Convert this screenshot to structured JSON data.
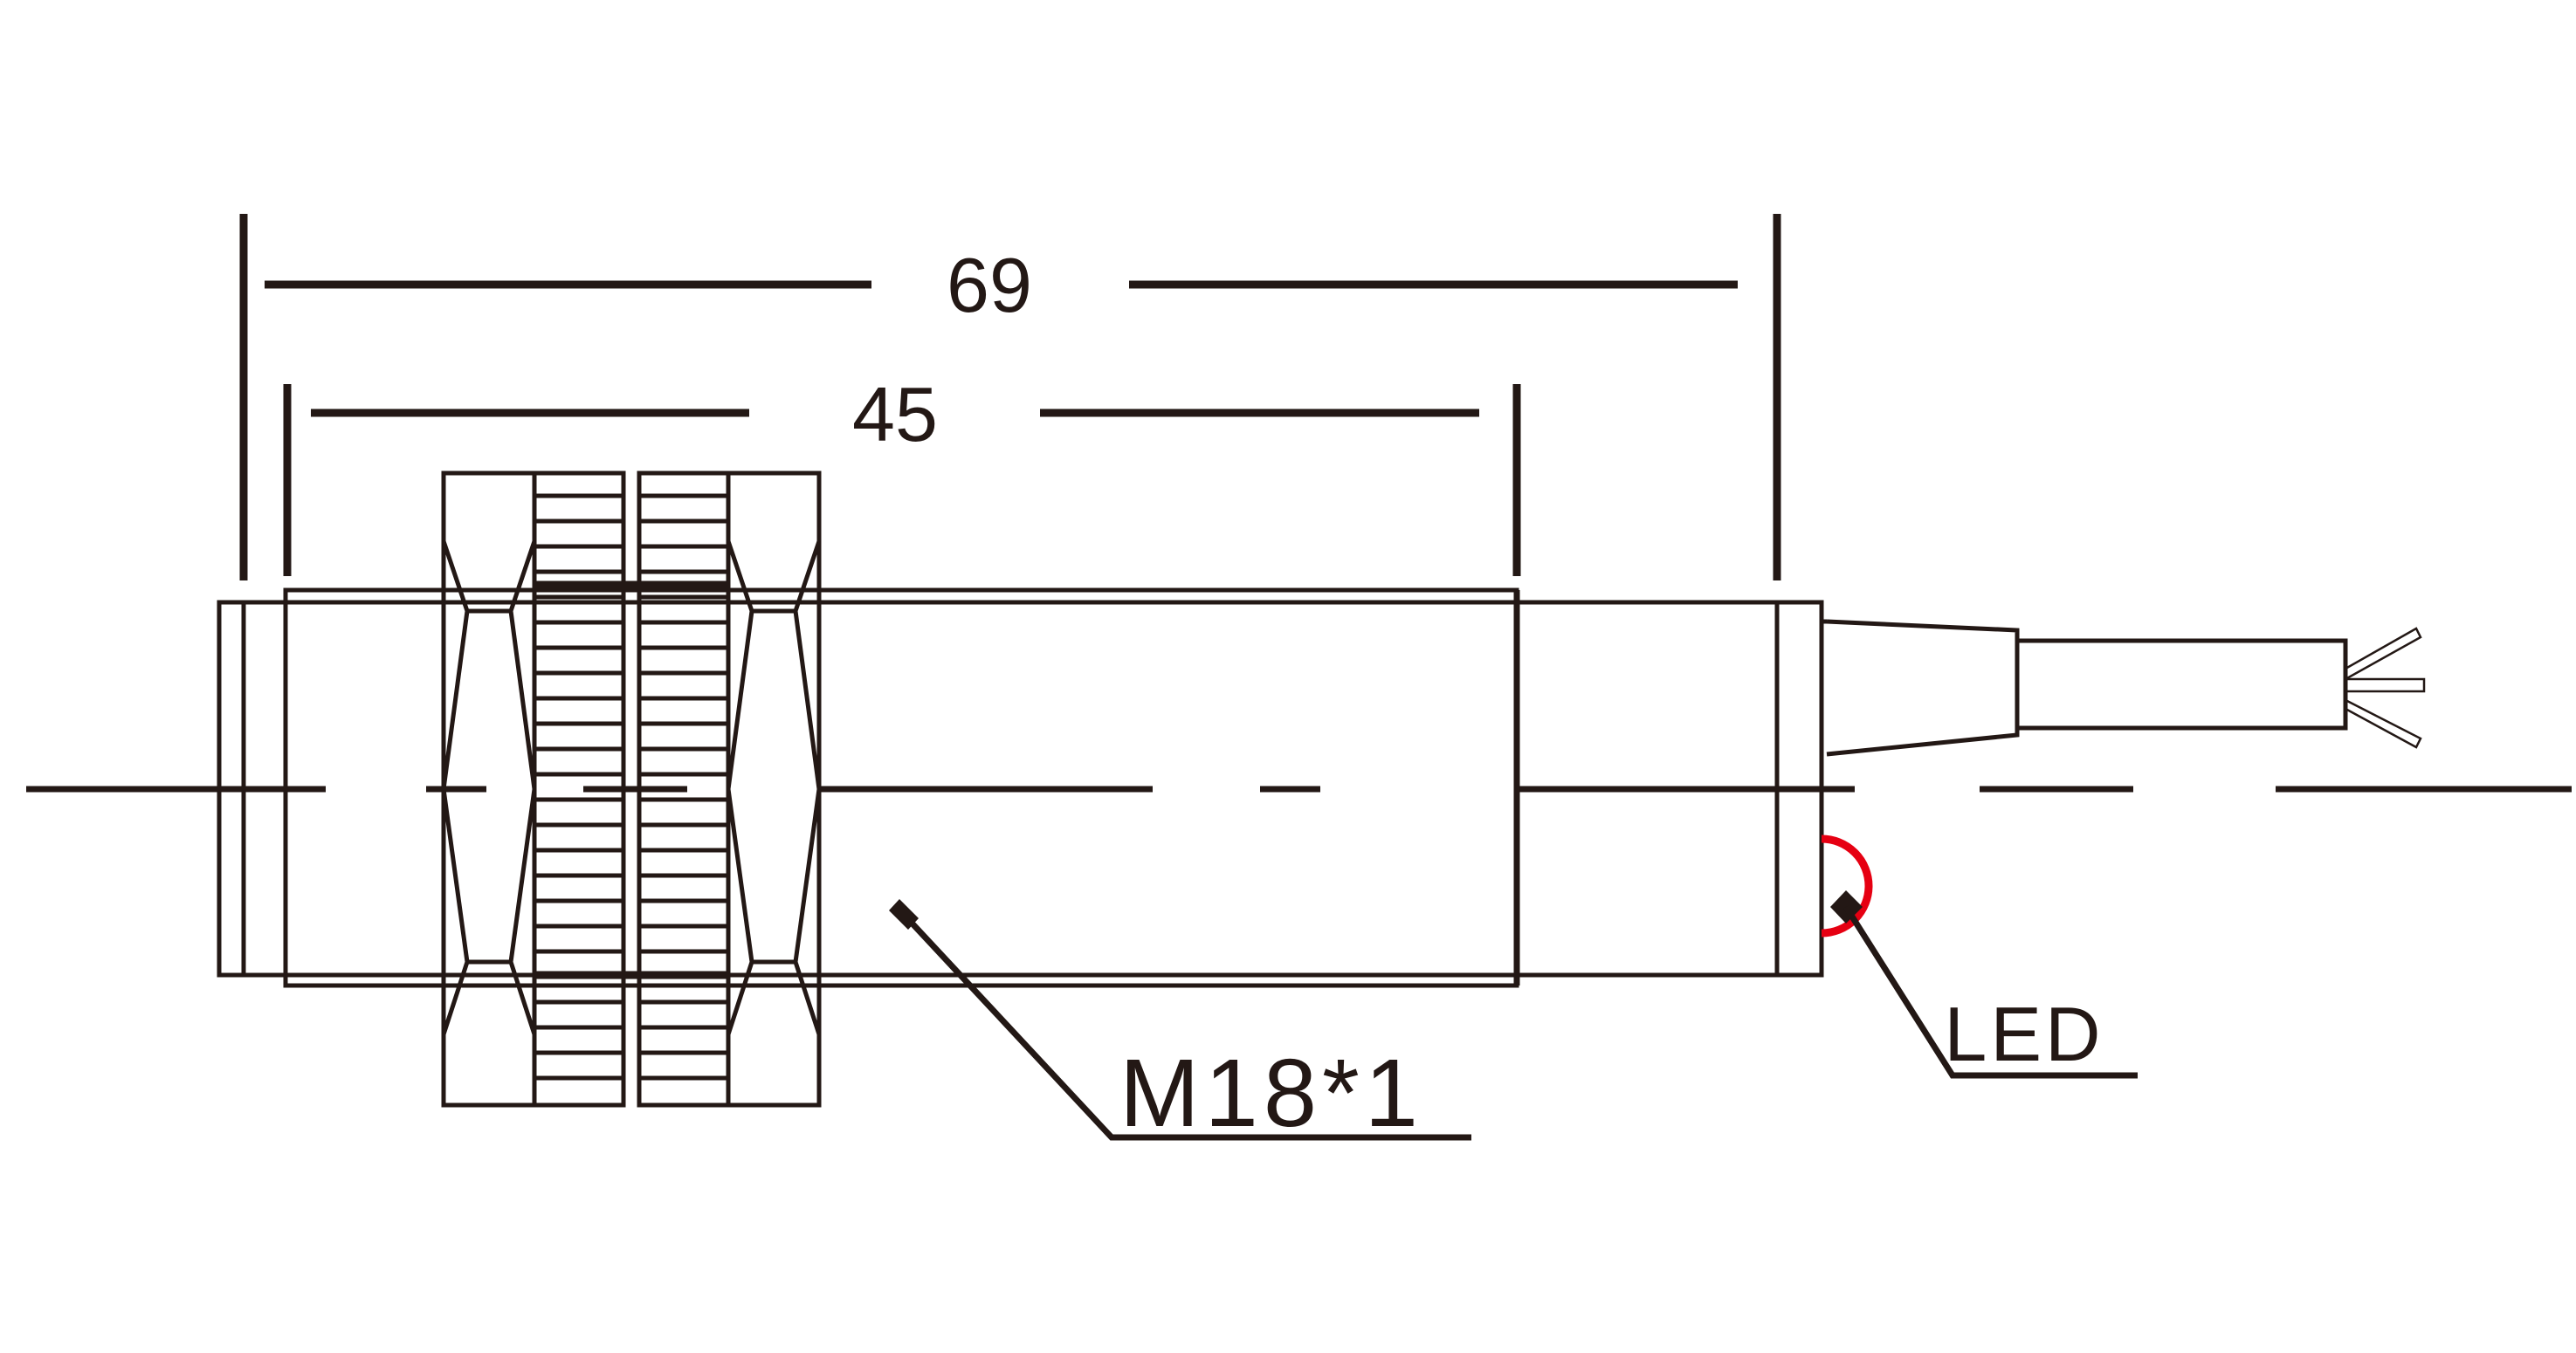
{
  "drawing": {
    "dimensions": {
      "overall_length": "69",
      "thread_length": "45"
    },
    "callouts": {
      "thread": "M18*1",
      "led": "LED"
    },
    "colors": {
      "line": "#231815",
      "led_indicator": "#e60012"
    }
  }
}
